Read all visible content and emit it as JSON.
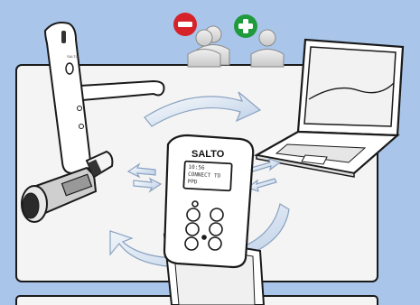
{
  "brand": {
    "device_label": "SALTO",
    "lock_label": "SALTO"
  },
  "device_screen": {
    "lines": [
      "10:56",
      "CONNECT TO",
      "PPD"
    ]
  },
  "icons": {
    "remove_user": "remove-user-icon",
    "add_user": "add-user-icon"
  },
  "colors": {
    "background": "#a9c6ea",
    "panel": "#f4f4f4",
    "remove_badge": "#d6232a",
    "add_badge": "#1f9a3c",
    "arrow": "#d6e4f3"
  }
}
